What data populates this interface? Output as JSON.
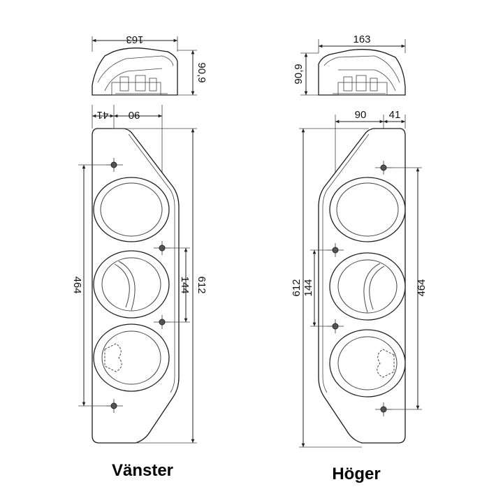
{
  "left": {
    "label": "Vänster",
    "dim_width": "163",
    "dim_height": "90,9",
    "dim_offset": "41",
    "dim_inner": "90",
    "dim_hole_span": "464",
    "dim_center_span": "144",
    "dim_total": "612"
  },
  "right": {
    "label": "Höger",
    "dim_width": "163",
    "dim_height": "90,9",
    "dim_offset": "41",
    "dim_inner": "90",
    "dim_hole_span": "464",
    "dim_center_span": "144",
    "dim_total": "612"
  }
}
